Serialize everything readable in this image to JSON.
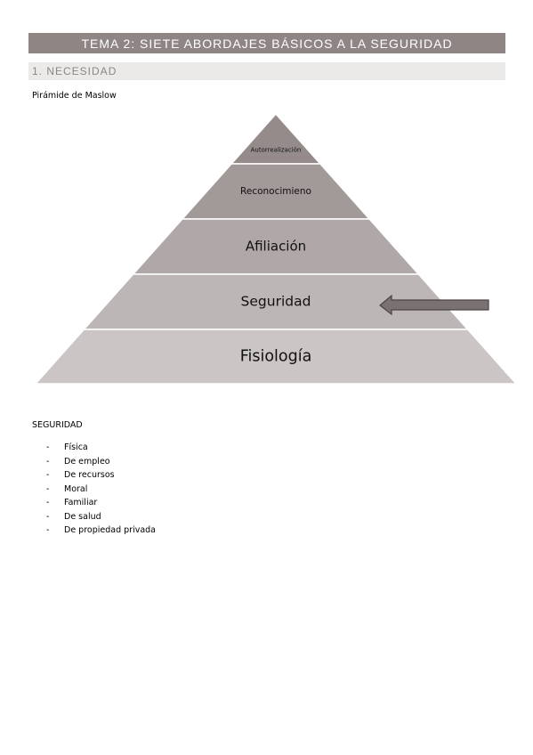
{
  "header": {
    "title": "TEMA 2: SIETE ABORDAJES BÁSICOS A LA SEGURIDAD",
    "section": "1. NECESIDAD"
  },
  "pyramid": {
    "caption": "Pirámide de Maslow",
    "levels": [
      {
        "label": "Autorrealización",
        "fill": "#958b8b"
      },
      {
        "label": "Reconocimieno",
        "fill": "#a29999"
      },
      {
        "label": "Afiliación",
        "fill": "#b0a8a8"
      },
      {
        "label": "Seguridad",
        "fill": "#bdb6b6"
      },
      {
        "label": "Fisiología",
        "fill": "#cbc5c5"
      }
    ],
    "highlighted_level": "Seguridad"
  },
  "seguridad": {
    "title": "SEGURIDAD",
    "items": [
      "Física",
      "De empleo",
      "De recursos",
      "Moral",
      "Familiar",
      "De salud",
      "De propiedad privada"
    ]
  }
}
